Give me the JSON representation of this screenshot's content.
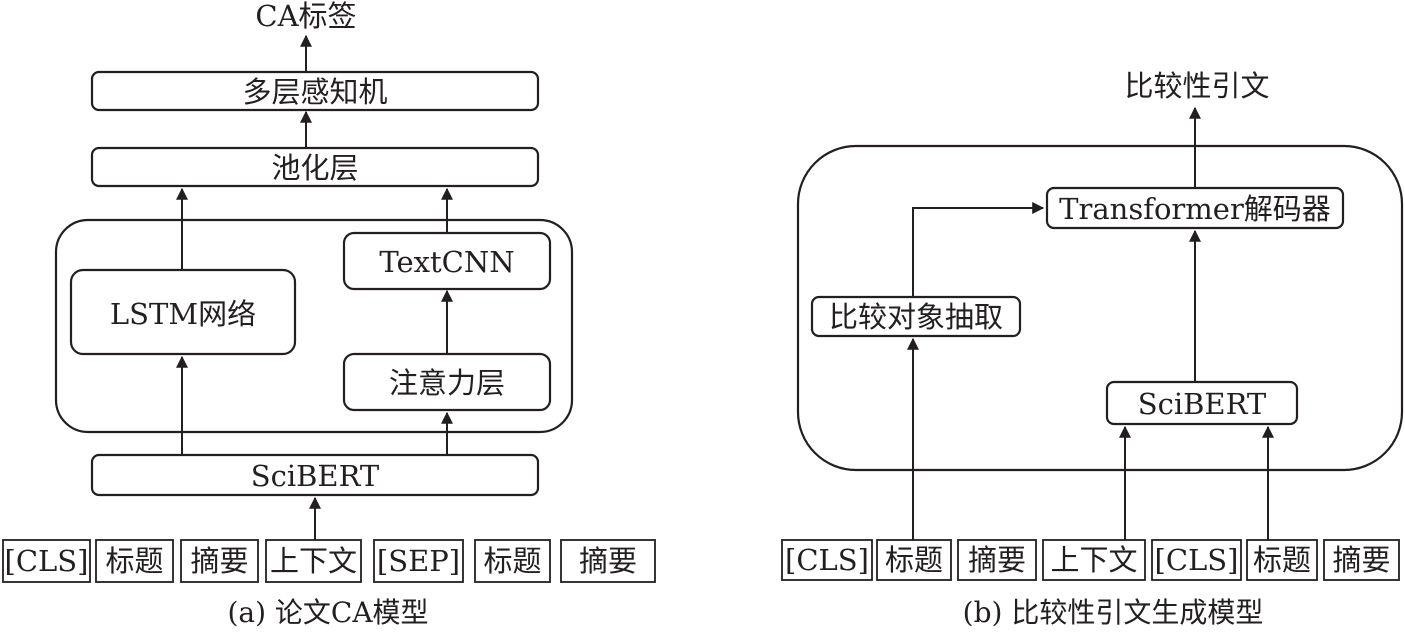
{
  "panel_a": {
    "output": "CA标签",
    "mlp": "多层感知机",
    "pooling": "池化层",
    "lstm": "LSTM网络",
    "textcnn": "TextCNN",
    "attention": "注意力层",
    "scibert": "SciBERT",
    "tokens": [
      "[CLS]",
      "标题",
      "摘要",
      "上下文",
      "[SEP]",
      "标题",
      "摘要"
    ],
    "caption": "(a) 论文CA模型"
  },
  "panel_b": {
    "output": "比较性引文",
    "decoder": "Transformer解码器",
    "extraction": "比较对象抽取",
    "scibert": "SciBERT",
    "tokens": [
      "[CLS]",
      "标题",
      "摘要",
      "上下文",
      "[CLS]",
      "标题",
      "摘要"
    ],
    "caption": "(b) 比较性引文生成模型"
  }
}
